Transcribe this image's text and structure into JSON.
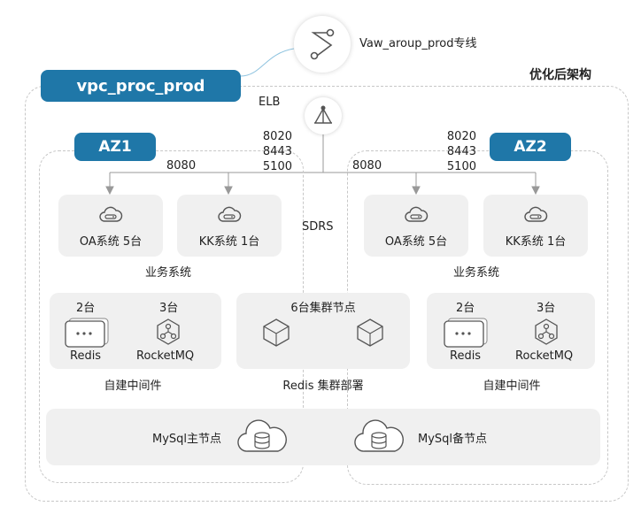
{
  "vpn": {
    "label": "Vaw_aroup_prod专线"
  },
  "top_right_label": "优化后架构",
  "vpc": {
    "label": "vpc_proc_prod"
  },
  "elb": {
    "label": "ELB"
  },
  "az1": {
    "label": "AZ1",
    "ports_right": [
      "8020",
      "8443",
      "5100"
    ],
    "port_left": "8080",
    "apps": [
      {
        "label": "OA系统 5台"
      },
      {
        "label": "KK系统 1台"
      }
    ],
    "apps_caption": "业务系统",
    "middleware": {
      "redis_count": "2台",
      "redis_label": "Redis",
      "mq_count": "3台",
      "mq_label": "RocketMQ",
      "caption": "自建中间件"
    }
  },
  "az2": {
    "label": "AZ2",
    "ports_right": [
      "8020",
      "8443",
      "5100"
    ],
    "port_left": "8080",
    "apps": [
      {
        "label": "OA系统 5台"
      },
      {
        "label": "KK系统 1台"
      }
    ],
    "apps_caption": "业务系统",
    "middleware": {
      "redis_count": "2台",
      "redis_label": "Redis",
      "mq_count": "3台",
      "mq_label": "RocketMQ",
      "caption": "自建中间件"
    }
  },
  "sdrs": {
    "label": "SDRS"
  },
  "redis_cluster": {
    "title": "6台集群节点",
    "caption": "Redis 集群部署"
  },
  "mysql": {
    "primary_label": "MySql主节点",
    "standby_label": "MySql备节点"
  },
  "colors": {
    "accent": "#1f77a8",
    "card": "#f0f0f0",
    "icon": "#555555",
    "dash": "#c7c7c7"
  }
}
